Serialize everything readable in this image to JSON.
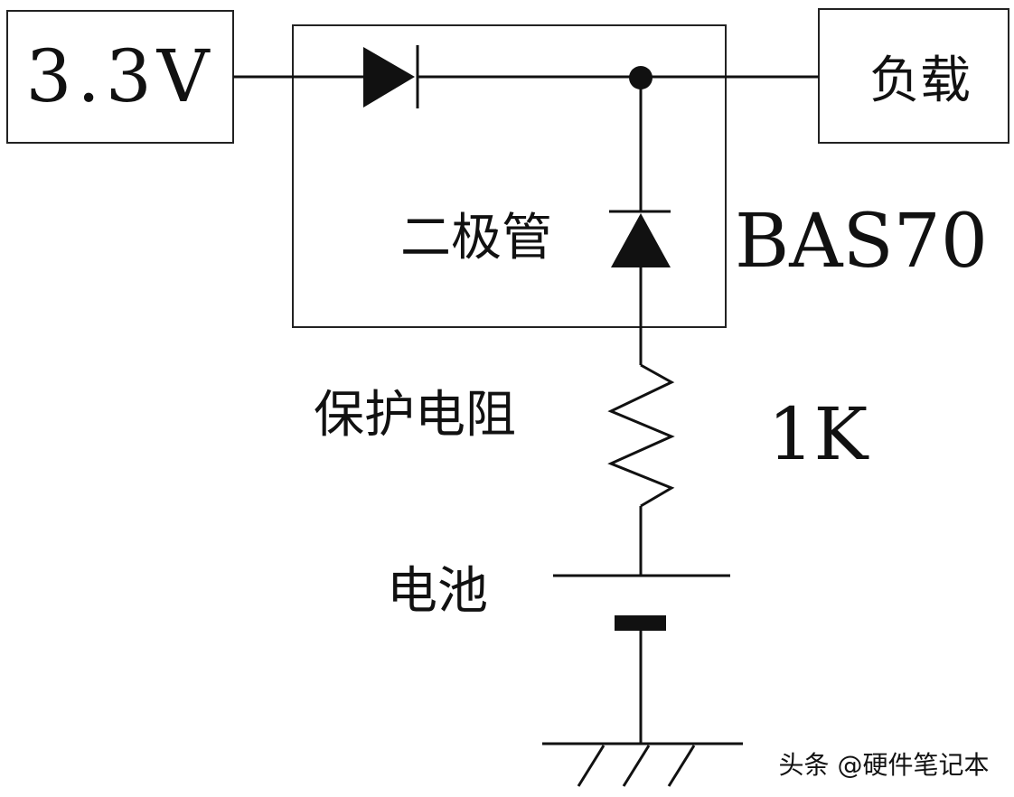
{
  "source": {
    "label": "3.3V"
  },
  "load": {
    "label": "负载"
  },
  "diode_package": {
    "part_number": "BAS70",
    "label": "二极管"
  },
  "resistor": {
    "label": "保护电阻",
    "value": "1K"
  },
  "battery": {
    "label": "电池"
  },
  "watermark": {
    "text": "头条 @硬件笔记本"
  },
  "colors": {
    "line": "#111111",
    "background": "#ffffff"
  }
}
